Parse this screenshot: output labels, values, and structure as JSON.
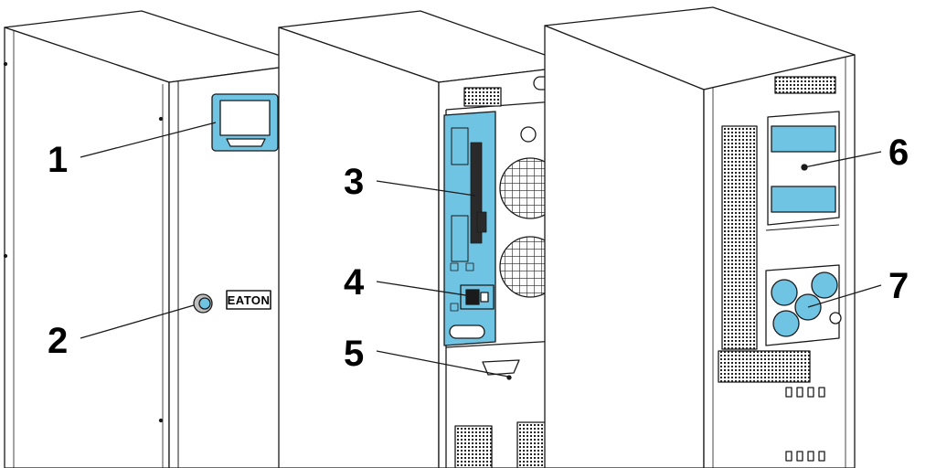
{
  "brand": {
    "logo_text": "EATON"
  },
  "callouts": [
    {
      "number": "1",
      "part": "display-panel"
    },
    {
      "number": "2",
      "part": "door-lock"
    },
    {
      "number": "3",
      "part": "control-board"
    },
    {
      "number": "4",
      "part": "switch-module"
    },
    {
      "number": "5",
      "part": "door-handle"
    },
    {
      "number": "6",
      "part": "terminal-blocks"
    },
    {
      "number": "7",
      "part": "cable-glands"
    }
  ],
  "colors": {
    "highlight": "#6fc3e3",
    "outline": "#1a1a1a",
    "cabinet_fill": "#ffffff"
  }
}
